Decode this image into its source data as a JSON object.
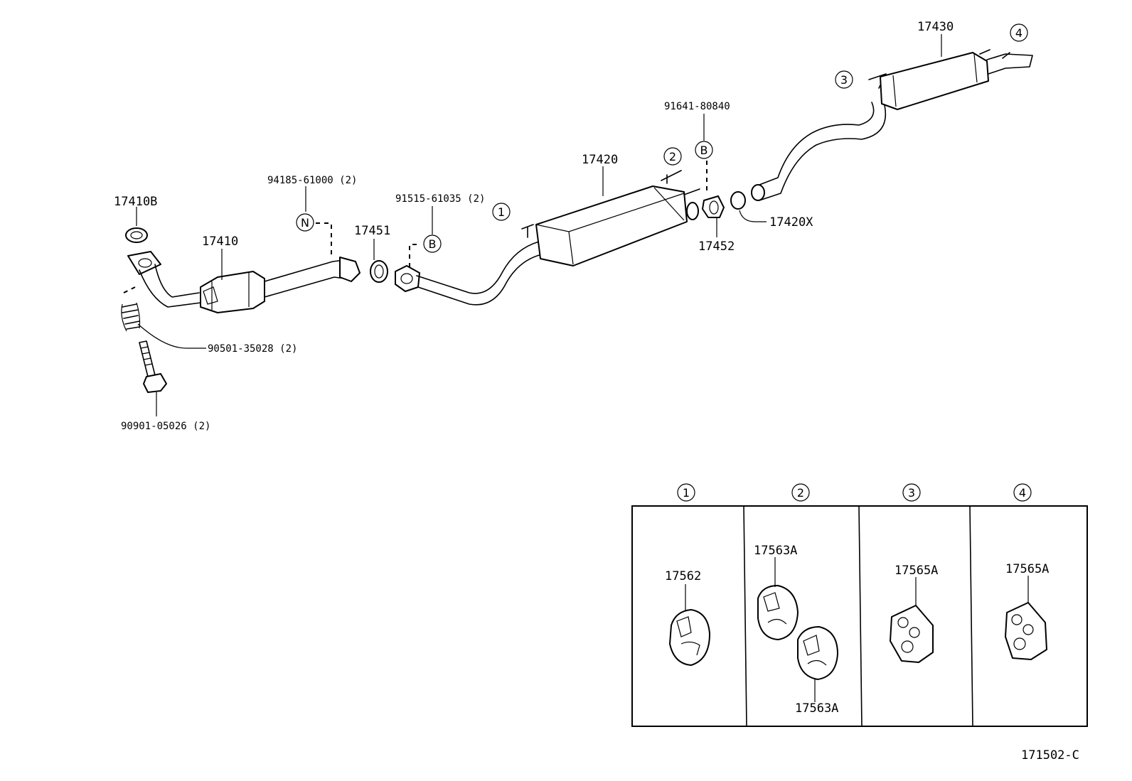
{
  "parts": {
    "p17410B": "17410B",
    "p17410": "17410",
    "p94185": "94185-61000 (2)",
    "p17451": "17451",
    "p91515": "91515-61035 (2)",
    "p17420": "17420",
    "p91641": "91641-80840",
    "p17452": "17452",
    "p17420X": "17420X",
    "p17430": "17430",
    "p90501": "90501-35028 (2)",
    "p90901": "90901-05026 (2)",
    "p17562": "17562",
    "p17563A_top": "17563A",
    "p17563A_bot": "17563A",
    "p17565A_3": "17565A",
    "p17565A_4": "17565A"
  },
  "callouts": {
    "c1": "1",
    "c2": "2",
    "c3": "3",
    "c4": "4"
  },
  "tags": {
    "N": "N",
    "B": "B"
  },
  "inset_headers": [
    "1",
    "2",
    "3",
    "4"
  ],
  "figure_code": "171502-C"
}
